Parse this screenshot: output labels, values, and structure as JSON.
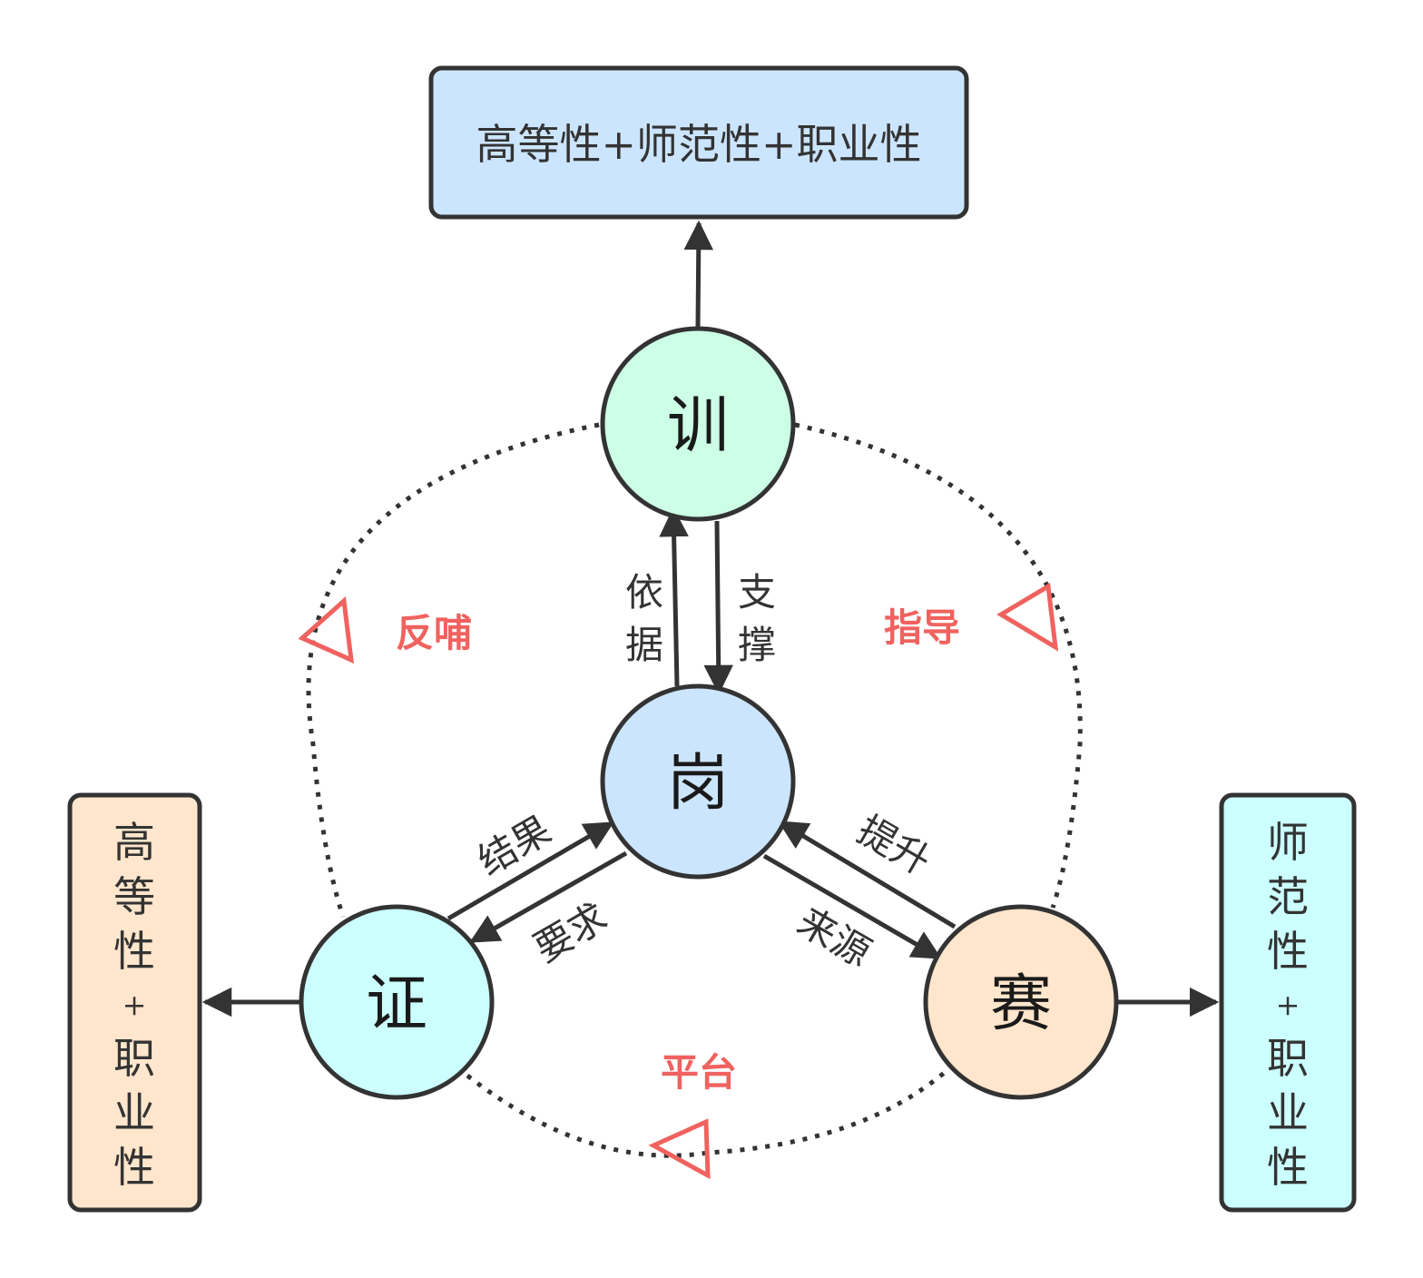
{
  "top_box": {
    "text": "高等性+师范性+职业性",
    "fill": "#cce5ff"
  },
  "left_box": {
    "chars": [
      "高",
      "等",
      "性",
      "+",
      "职",
      "业",
      "性"
    ],
    "fill": "#ffe6cc"
  },
  "right_box": {
    "chars": [
      "师",
      "范",
      "性",
      "+",
      "职",
      "业",
      "性"
    ],
    "fill": "#ccffff"
  },
  "nodes": {
    "xun": {
      "label": "训",
      "fill": "#ccffe6"
    },
    "gang": {
      "label": "岗",
      "fill": "#cce5ff"
    },
    "zheng": {
      "label": "证",
      "fill": "#ccffff"
    },
    "sai": {
      "label": "赛",
      "fill": "#ffe6cc"
    }
  },
  "edge_labels": {
    "yiju": [
      "依",
      "据"
    ],
    "zhicheng": [
      "支",
      "撑"
    ],
    "jieguo": "结果",
    "yaoqiu": "要求",
    "tisheng": "提升",
    "laiyuan": "来源"
  },
  "cycle_labels": {
    "fanbu": "反哺",
    "zhidao": "指导",
    "pingtai": "平台"
  },
  "colors": {
    "stroke": "#333333",
    "accent": "#f0625f"
  }
}
